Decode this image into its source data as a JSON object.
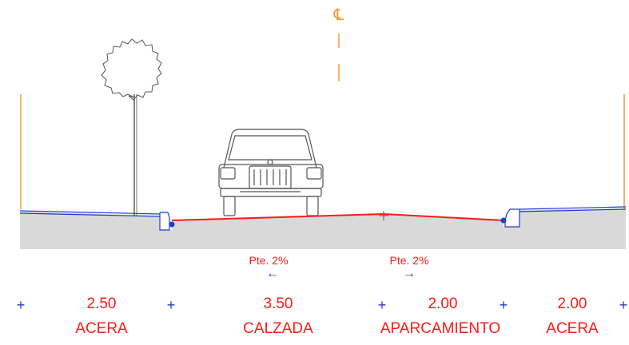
{
  "centerline_symbol": "℄",
  "slopes": [
    {
      "text": "Pte. 2%",
      "arrow": "←"
    },
    {
      "text": "Pte. 2%",
      "arrow": "→"
    }
  ],
  "sections": [
    {
      "width": "2.50",
      "name": "ACERA"
    },
    {
      "width": "3.50",
      "name": "CALZADA"
    },
    {
      "width": "2.00",
      "name": "APARCAMIENTO"
    },
    {
      "width": "2.00",
      "name": "ACERA"
    }
  ],
  "tick_symbol": "+",
  "colors": {
    "road_surface": "#ff1a1a",
    "curb_and_ticks": "#1f3bd1",
    "ground_fill": "#d9d9d9",
    "boundary_lines": "#f29a38",
    "drawing": "#555555"
  },
  "icons": [
    "tree-icon",
    "car-front-icon",
    "centerline-icon"
  ]
}
